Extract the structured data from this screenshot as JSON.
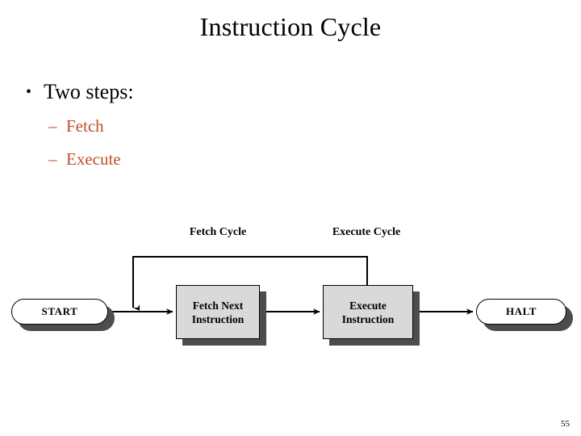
{
  "slide": {
    "title": "Instruction Cycle",
    "page_number": "55",
    "accent_color": "#C0502A",
    "box_fill_color": "#D9D9D9",
    "shadow_color": "#4D4D4D"
  },
  "bullets": {
    "level1": {
      "marker": "•",
      "text": "Two steps:"
    },
    "level2": [
      {
        "marker": "–",
        "text": "Fetch"
      },
      {
        "marker": "–",
        "text": "Execute"
      }
    ]
  },
  "diagram": {
    "phase_labels": [
      {
        "name": "fetch-cycle",
        "text": "Fetch Cycle"
      },
      {
        "name": "execute-cycle",
        "text": "Execute Cycle"
      }
    ],
    "nodes": [
      {
        "name": "start",
        "shape": "terminator",
        "text": "START"
      },
      {
        "name": "fetch-next-instruction",
        "shape": "process",
        "text": "Fetch Next\nInstruction"
      },
      {
        "name": "execute-instruction",
        "shape": "process",
        "text": "Execute\nInstruction"
      },
      {
        "name": "halt",
        "shape": "terminator",
        "text": "HALT"
      }
    ],
    "connectors": [
      {
        "name": "start-to-fetch",
        "from": "start",
        "to": "fetch-next-instruction",
        "arrow": "right"
      },
      {
        "name": "fetch-to-execute",
        "from": "fetch-next-instruction",
        "to": "execute-instruction",
        "arrow": "right"
      },
      {
        "name": "execute-to-halt",
        "from": "execute-instruction",
        "to": "halt",
        "arrow": "right"
      },
      {
        "name": "execute-loopback-to-fetch",
        "from": "execute-instruction",
        "to": "start-to-fetch",
        "arrow": "down"
      }
    ]
  }
}
